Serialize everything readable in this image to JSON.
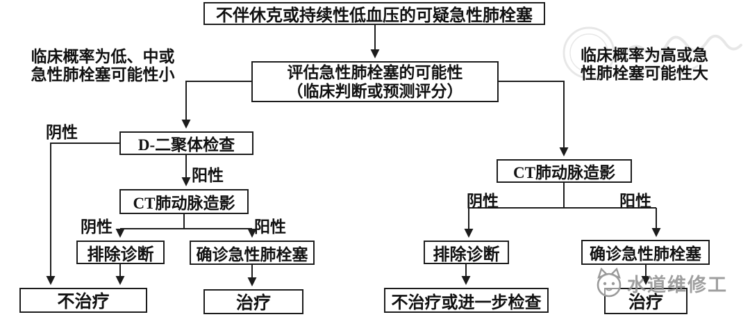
{
  "colors": {
    "line": "#1c1c1c",
    "box_border": "#1c1c1c",
    "background": "#ffffff",
    "text": "#111111",
    "watermark_gray": "#8f8f8f"
  },
  "flowchart": {
    "nodes": {
      "start": {
        "label": "不伴休克或持续性低血压的可疑急性肺栓塞"
      },
      "assess": {
        "line1": "评估急性肺栓塞的可能性",
        "line2": "（临床判断或预测评分）"
      },
      "ddimer": {
        "label": "D-二聚体检查"
      },
      "ct_left": {
        "label": "CT肺动脉造影"
      },
      "exclude_left": {
        "label": "排除诊断"
      },
      "confirm_left": {
        "label": "确诊急性肺栓塞"
      },
      "no_treat_left": {
        "label": "不治疗"
      },
      "treat_left": {
        "label": "治疗"
      },
      "ct_right": {
        "label": "CT肺动脉造影"
      },
      "exclude_right": {
        "label": "排除诊断"
      },
      "confirm_right": {
        "label": "确诊急性肺栓塞"
      },
      "no_treat_right": {
        "label": "不治疗或进一步检查"
      },
      "treat_right": {
        "label": "治疗"
      }
    },
    "annotations": {
      "left_probability": {
        "line1": "临床概率为低、中或",
        "line2": "急性肺栓塞可能性小"
      },
      "right_probability": {
        "line1": "临床概率为高或急",
        "line2": "性肺栓塞可能性大"
      }
    },
    "edge_labels": {
      "ddimer_negative": "阴性",
      "ddimer_positive": "阳性",
      "ct_left_negative": "阴性",
      "ct_left_positive": "阳性",
      "ct_right_negative": "阴性",
      "ct_right_positive": "阳性"
    }
  },
  "watermark": {
    "text": "水道维修工",
    "mascot_icon": "cat-face"
  }
}
